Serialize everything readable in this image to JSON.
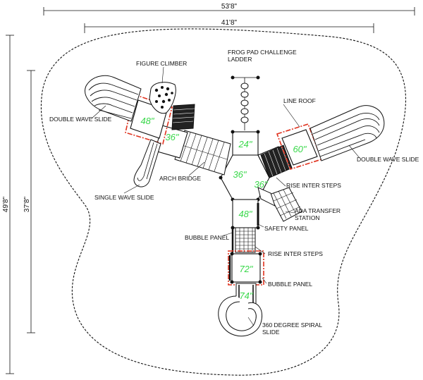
{
  "dimensions": {
    "overall_width": "53'8\"",
    "inner_width": "41'8\"",
    "overall_height": "49'8\"",
    "inner_height": "37'8\""
  },
  "decks": {
    "d48_left": "48\"",
    "d36_left": "36\"",
    "d24_top": "24\"",
    "d60_right": "60\"",
    "d36_center": "36\"",
    "d36_right": "36\"",
    "d48_center": "48\"",
    "d72": "72\"",
    "d74": "74\""
  },
  "labels": {
    "frog_pad": "FROG PAD CHALLENGE",
    "frog_pad_2": "LADDER",
    "figure_climber": "FIGURE CLIMBER",
    "line_roof": "LINE ROOF",
    "double_wave_left": "DOUBLE WAVE SLIDE",
    "double_wave_right": "DOUBLE WAVE SLIDE",
    "arch_bridge": "ARCH BRIDGE",
    "single_wave": "SINGLE WAVE SLIDE",
    "rise_inter_steps_1": "RISE INTER STEPS",
    "ada_transfer": "ADA TRANSFER",
    "ada_transfer_2": "STATION",
    "safety_panel": "SAFETY PANEL",
    "bubble_panel_1": "BUBBLE PANEL",
    "rise_inter_steps_2": "RISE INTER STEPS",
    "bubble_panel_2": "BUBBLE PANEL",
    "spiral_slide": "360 DEGREE SPIRAL",
    "spiral_slide_2": "SLIDE"
  },
  "colors": {
    "deck_label": "#39d84a",
    "roof_outline": "#e0321e",
    "line": "#111111"
  }
}
